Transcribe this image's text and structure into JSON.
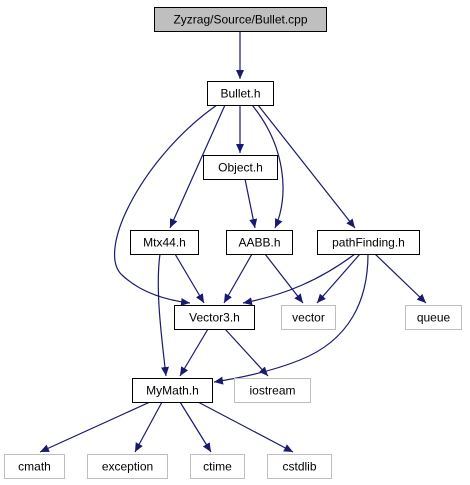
{
  "graph": {
    "nodes": [
      {
        "id": "root",
        "label": "Zyzrag/Source/Bullet.cpp",
        "style": "root"
      },
      {
        "id": "bullet_h",
        "label": "Bullet.h",
        "style": "normal"
      },
      {
        "id": "object_h",
        "label": "Object.h",
        "style": "normal"
      },
      {
        "id": "mtx44_h",
        "label": "Mtx44.h",
        "style": "normal"
      },
      {
        "id": "aabb_h",
        "label": "AABB.h",
        "style": "normal"
      },
      {
        "id": "pathfinding_h",
        "label": "pathFinding.h",
        "style": "normal"
      },
      {
        "id": "vector3_h",
        "label": "Vector3.h",
        "style": "normal"
      },
      {
        "id": "vector",
        "label": "vector",
        "style": "system"
      },
      {
        "id": "queue",
        "label": "queue",
        "style": "system"
      },
      {
        "id": "mymath_h",
        "label": "MyMath.h",
        "style": "normal"
      },
      {
        "id": "iostream",
        "label": "iostream",
        "style": "system"
      },
      {
        "id": "cmath",
        "label": "cmath",
        "style": "system"
      },
      {
        "id": "exception",
        "label": "exception",
        "style": "system"
      },
      {
        "id": "ctime",
        "label": "ctime",
        "style": "system"
      },
      {
        "id": "cstdlib",
        "label": "cstdlib",
        "style": "system"
      }
    ],
    "edges": [
      {
        "from": "root",
        "to": "bullet_h"
      },
      {
        "from": "bullet_h",
        "to": "object_h"
      },
      {
        "from": "bullet_h",
        "to": "mtx44_h"
      },
      {
        "from": "bullet_h",
        "to": "aabb_h"
      },
      {
        "from": "bullet_h",
        "to": "pathfinding_h"
      },
      {
        "from": "bullet_h",
        "to": "vector3_h"
      },
      {
        "from": "object_h",
        "to": "aabb_h"
      },
      {
        "from": "mtx44_h",
        "to": "vector3_h"
      },
      {
        "from": "mtx44_h",
        "to": "mymath_h"
      },
      {
        "from": "aabb_h",
        "to": "vector3_h"
      },
      {
        "from": "aabb_h",
        "to": "vector"
      },
      {
        "from": "pathfinding_h",
        "to": "vector3_h"
      },
      {
        "from": "pathfinding_h",
        "to": "vector"
      },
      {
        "from": "pathfinding_h",
        "to": "queue"
      },
      {
        "from": "pathfinding_h",
        "to": "mymath_h"
      },
      {
        "from": "vector3_h",
        "to": "mymath_h"
      },
      {
        "from": "vector3_h",
        "to": "iostream"
      },
      {
        "from": "mymath_h",
        "to": "cmath"
      },
      {
        "from": "mymath_h",
        "to": "exception"
      },
      {
        "from": "mymath_h",
        "to": "ctime"
      },
      {
        "from": "mymath_h",
        "to": "cstdlib"
      }
    ]
  },
  "colors": {
    "edge": "#191970",
    "node_border": "#000000",
    "node_text": "#000000",
    "root_fill": "#bfbfbf",
    "node_fill": "#ffffff",
    "system_border": "#bfbfbf",
    "system_fill": "#ffffff"
  }
}
